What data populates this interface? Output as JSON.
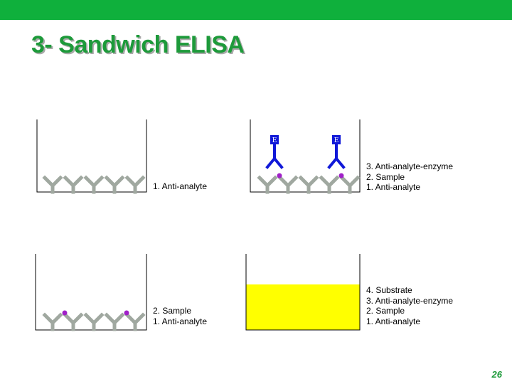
{
  "slide": {
    "title": "3- Sandwich ELISA",
    "page_number": "26",
    "colors": {
      "top_bar": "#0fb03c",
      "title": "#1d9a3a",
      "antibody": "#a0a8a0",
      "analyte": "#a020c8",
      "enzyme_antibody": "#1018d8",
      "substrate": "#ffff00"
    },
    "enzyme_label": "E",
    "panels": [
      {
        "legend": [
          "1. Anti-analyte"
        ]
      },
      {
        "legend": [
          "3. Anti-analyte-enzyme",
          "2. Sample",
          "1. Anti-analyte"
        ]
      },
      {
        "legend": [
          "2. Sample",
          "1. Anti-analyte"
        ]
      },
      {
        "legend": [
          "4. Substrate",
          "3. Anti-analyte-enzyme",
          "2. Sample",
          "1. Anti-analyte"
        ]
      }
    ]
  }
}
